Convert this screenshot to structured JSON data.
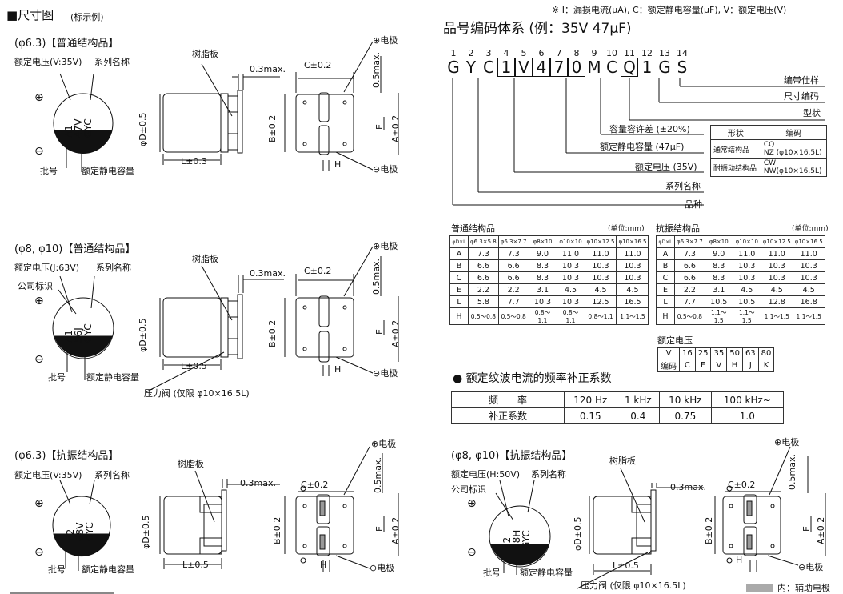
{
  "header": {
    "title": "尺寸图",
    "title_note": "(标示例)",
    "note": "※ I：漏损电流(μA), C：额定静电容量(μF), V：额定电压(V)"
  },
  "panel1": {
    "caption": "(φ6.3)【普通结构品】",
    "rated_voltage": "额定电压(V:35V)",
    "series": "系列名称",
    "lot": "批号",
    "cap": "额定静电容量",
    "resin": "树脂板",
    "max": "0.3max.",
    "c": "C±0.2",
    "b": "B±0.2",
    "a": "A±0.2",
    "d": "φD±0.5",
    "l": "L±0.3",
    "h": "H",
    "e": "E",
    "m": "0.5max.",
    "pos": "⊕电极",
    "neg": "⊖电极",
    "mark_lines": [
      "A1",
      "47V",
      "GYC"
    ]
  },
  "panel2": {
    "caption": "(φ8, φ10)【普通结构品】",
    "rated_voltage": "额定电压(J:63V)",
    "series": "系列名称",
    "company": "公司标识",
    "lot": "批号",
    "cap": "额定静电容量",
    "resin": "树脂板",
    "max": "0.3max.",
    "c": "C±0.2",
    "b": "B±0.2",
    "a": "A±0.2",
    "d": "φD±0.5",
    "l": "L±0.5",
    "h": "H",
    "e": "E",
    "m": "0.5max.",
    "pos": "⊕电极",
    "neg": "⊖电极",
    "valve": "压力阀 (仅限 φ10×16.5L)",
    "mark_lines": [
      "A1",
      "56J",
      "GYC"
    ]
  },
  "panel3": {
    "caption": "(φ6.3)【抗振结构品】",
    "rated_voltage": "额定电压(V:35V)",
    "series": "系列名称",
    "lot": "批号",
    "cap": "额定静电容量",
    "resin": "树脂板",
    "max": "0.3max.",
    "c": "C±0.2",
    "b": "B±0.2",
    "a": "A±0.2",
    "d": "φD±0.5",
    "l": "L±0.5",
    "h": "H",
    "e": "E",
    "m": "0.5max.",
    "pos": "⊕电极",
    "neg": "⊖电极",
    "mark_lines": [
      "n2",
      "68V",
      "GYC"
    ]
  },
  "panel4": {
    "caption": "(φ8, φ10)【抗振结构品】",
    "rated_voltage": "额定电压(H:50V)",
    "series": "系列名称",
    "company": "公司标识",
    "lot": "批号",
    "cap": "额定静电容量",
    "resin": "树脂板",
    "max": "0.3max.",
    "c": "C±0.2",
    "b": "B±0.2",
    "a": "A±0.2",
    "d": "φD±0.5",
    "l": "L±0.5",
    "h": "H",
    "e": "E",
    "m": "0.5max.",
    "pos": "⊕电极",
    "neg": "⊖电极",
    "valve": "压力阀 (仅限 φ10×16.5L)",
    "aux": "内：辅助电极",
    "mark_lines": [
      "n2",
      "68H",
      "GYC"
    ]
  },
  "partno": {
    "title": "品号编码体系 (例：35V 47μF)",
    "numbers": [
      "1",
      "2",
      "3",
      "4",
      "5",
      "6",
      "7",
      "8",
      "9",
      "10",
      "11",
      "12",
      "13",
      "14"
    ],
    "chars": [
      "G",
      "Y",
      "C",
      "1",
      "V",
      "4",
      "7",
      "0",
      "M",
      "C",
      "Q",
      "1",
      "G",
      "S"
    ],
    "boxed": [
      false,
      false,
      false,
      true,
      true,
      true,
      true,
      true,
      false,
      false,
      true,
      false,
      false,
      false
    ],
    "labels": {
      "taping": "编带仕样",
      "size": "尺寸编码",
      "form": "型状",
      "tol": "容量容许差 (±20%)",
      "cap": "额定静电容量 (47μF)",
      "volt": "额定电压 (35V)",
      "series": "系列名称",
      "kind": "品种"
    },
    "shape_table": {
      "headers": [
        "形状",
        "编码"
      ],
      "rows": [
        [
          "通常结构品",
          "CQ\nNZ (φ10×16.5L)"
        ],
        [
          "耐振动结构品",
          "CW\nNW(φ10×16.5L)"
        ]
      ]
    }
  },
  "normal_table": {
    "title": "普通结构品",
    "unit": "(单位:mm)",
    "corner": "φD×L",
    "columns": [
      "φ6.3×5.8",
      "φ6.3×7.7",
      "φ8×10",
      "φ10×10",
      "φ10×12.5",
      "φ10×16.5"
    ],
    "rows": [
      [
        "A",
        "7.3",
        "7.3",
        "9.0",
        "11.0",
        "11.0",
        "11.0"
      ],
      [
        "B",
        "6.6",
        "6.6",
        "8.3",
        "10.3",
        "10.3",
        "10.3"
      ],
      [
        "C",
        "6.6",
        "6.6",
        "8.3",
        "10.3",
        "10.3",
        "10.3"
      ],
      [
        "E",
        "2.2",
        "2.2",
        "3.1",
        "4.5",
        "4.5",
        "4.5"
      ],
      [
        "L",
        "5.8",
        "7.7",
        "10.3",
        "10.3",
        "12.5",
        "16.5"
      ],
      [
        "H",
        "0.5～0.8",
        "0.5～0.8",
        "0.8～1.1",
        "0.8～1.1",
        "0.8～1.1",
        "1.1～1.5"
      ]
    ]
  },
  "vib_table": {
    "title": "抗振结构品",
    "unit": "(单位:mm)",
    "corner": "φD×L",
    "columns": [
      "φ6.3×7.7",
      "φ8×10",
      "φ10×10",
      "φ10×12.5",
      "φ10×16.5"
    ],
    "rows": [
      [
        "A",
        "7.3",
        "9.0",
        "11.0",
        "11.0",
        "11.0"
      ],
      [
        "B",
        "6.6",
        "8.3",
        "10.3",
        "10.3",
        "10.3"
      ],
      [
        "C",
        "6.6",
        "8.3",
        "10.3",
        "10.3",
        "10.3"
      ],
      [
        "E",
        "2.2",
        "3.1",
        "4.5",
        "4.5",
        "4.5"
      ],
      [
        "L",
        "7.7",
        "10.5",
        "10.5",
        "12.8",
        "16.8"
      ],
      [
        "H",
        "0.5～0.8",
        "1.1～1.5",
        "1.1～1.5",
        "1.1～1.5",
        "1.1～1.5"
      ]
    ]
  },
  "voltage_table": {
    "title": "额定电压",
    "rows": [
      [
        "V",
        "16",
        "25",
        "35",
        "50",
        "63",
        "80"
      ],
      [
        "编码",
        "C",
        "E",
        "V",
        "H",
        "J",
        "K"
      ]
    ]
  },
  "ripple": {
    "title": "● 额定纹波电流的频率补正系数",
    "rows": [
      [
        "频　　率",
        "120 Hz",
        "1 kHz",
        "10 kHz",
        "100 kHz~"
      ],
      [
        "补正系数",
        "0.15",
        "0.4",
        "0.75",
        "1.0"
      ]
    ]
  }
}
